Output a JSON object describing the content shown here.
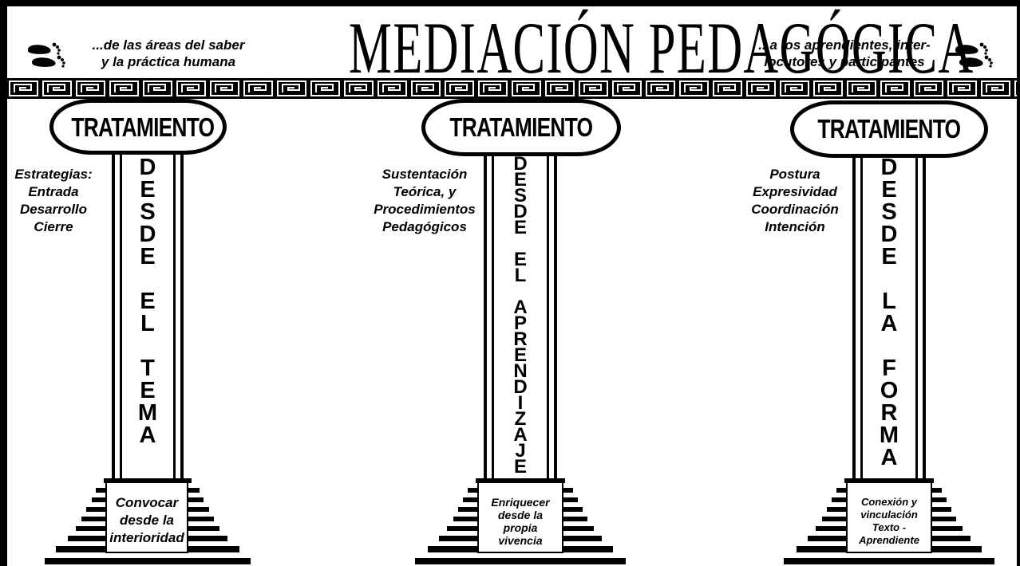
{
  "header": {
    "title": "MEDIACIÓN PEDAGÓGICA",
    "left_line1": "...de las áreas del saber",
    "left_line2": "y la práctica humana",
    "right_line1": "...a los aprendientes, inter-",
    "right_line2": "locutores y participantes",
    "left_icon": "footprints-icon",
    "right_icon": "footprints-icon"
  },
  "pillars": [
    {
      "capital": "TRATAMIENTO",
      "vertical": "D\nE\nS\nD\nE\n\nE\nL\n\nT\nE\nM\nA",
      "notes": [
        "Estrategias:",
        "Entrada",
        "Desarrollo",
        "Cierre"
      ],
      "base": [
        "Convocar",
        "desde la",
        "interioridad"
      ]
    },
    {
      "capital": "TRATAMIENTO",
      "vertical": "D\nE\nS\nD\nE\n\nE\nL\n\nA\nP\nR\nE\nN\nD\nI\nZ\nA\nJ\nE",
      "notes": [
        "Sustentación",
        "Teórica, y",
        "Procedimientos",
        "Pedagógicos"
      ],
      "base": [
        "Enriquecer",
        "desde la",
        "propia",
        "vivencia"
      ]
    },
    {
      "capital": "TRATAMIENTO",
      "vertical": "D\nE\nS\nD\nE\n\nL\nA\n\nF\nO\nR\nM\nA",
      "notes": [
        "Postura",
        "Expresividad",
        "Coordinación",
        "Intención"
      ],
      "base": [
        "Conexión y",
        "vinculación",
        "Texto -",
        "Aprendiente"
      ]
    }
  ]
}
